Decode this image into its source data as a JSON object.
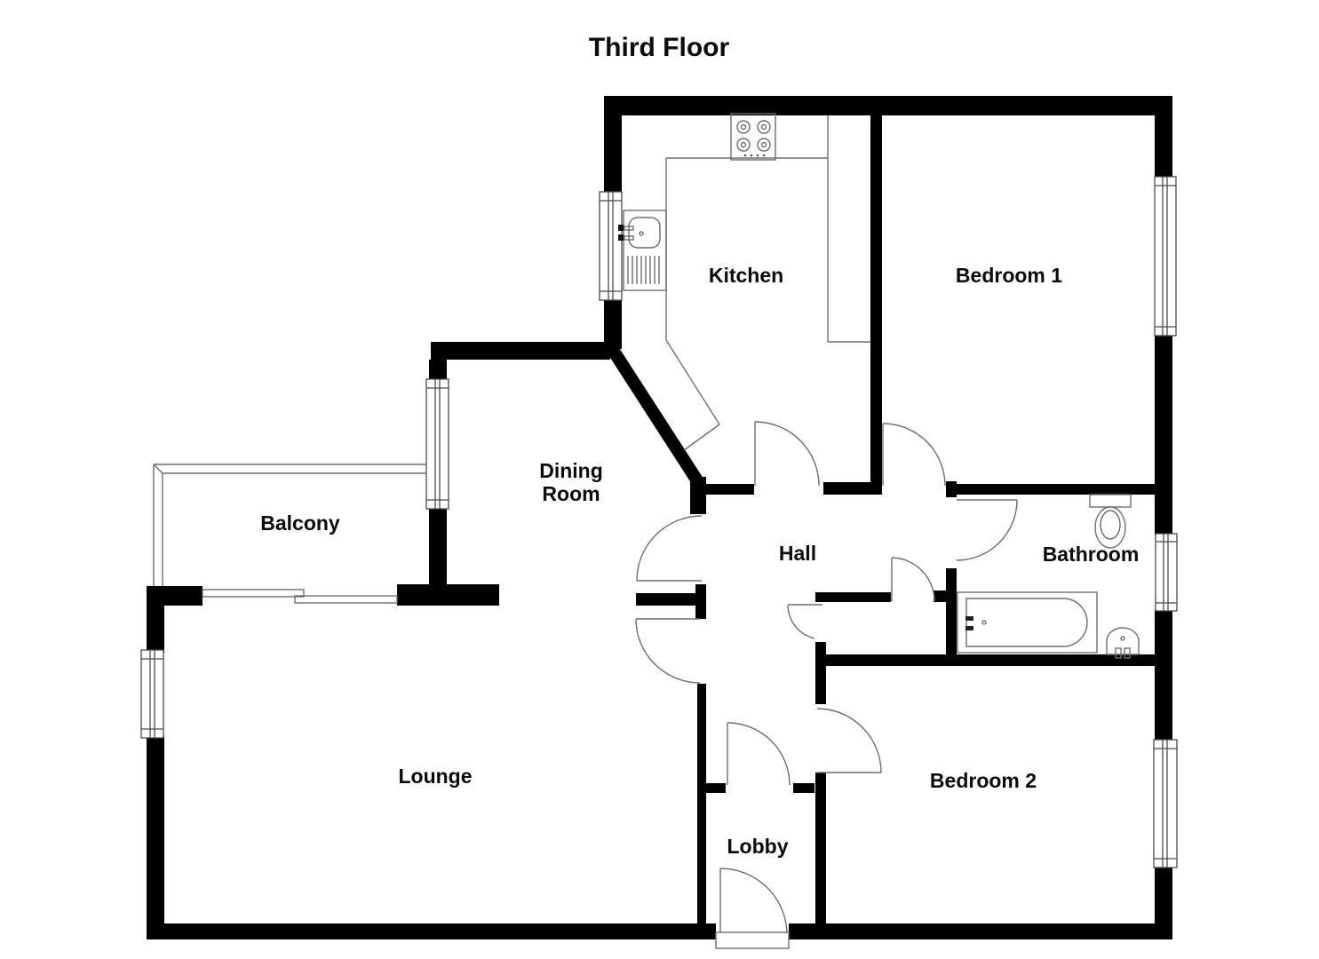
{
  "title": "Third Floor",
  "rooms": {
    "kitchen": "Kitchen",
    "bedroom1": "Bedroom 1",
    "dining_room_line1": "Dining",
    "dining_room_line2": "Room",
    "balcony": "Balcony",
    "hall": "Hall",
    "bathroom": "Bathroom",
    "lounge": "Lounge",
    "bedroom2": "Bedroom 2",
    "lobby": "Lobby"
  },
  "fixtures": {
    "hob": "four-ring-hob-icon",
    "sink": "kitchen-sink-drainer-icon",
    "toilet": "toilet-icon",
    "bath": "bathtub-icon",
    "basin": "wash-basin-icon"
  },
  "colors": {
    "walls": "#000000",
    "background": "#ffffff",
    "thin_lines": "#6e6e6e",
    "label_text": "#0b0b0b"
  }
}
